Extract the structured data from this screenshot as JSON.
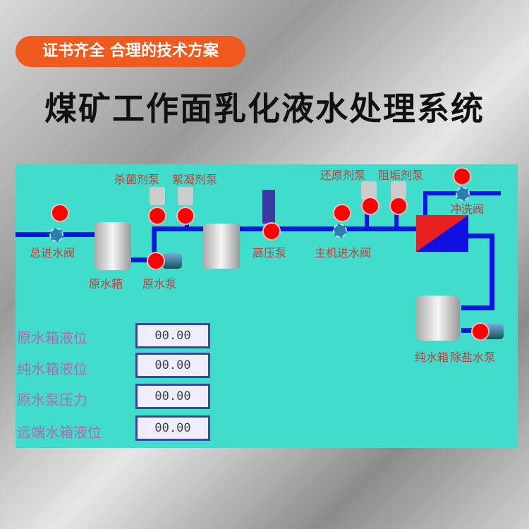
{
  "badge": "证书齐全 合理的技术方案",
  "title": "煤矿工作面乳化液水处理系统",
  "diagram": {
    "labels": {
      "main_inlet_valve": "总进水阀",
      "raw_tank": "原水箱",
      "raw_pump": "原水泵",
      "sterilant_pump": "杀菌剂泵",
      "flocculant_pump": "絮凝剂泵",
      "high_pressure_pump": "高压泵",
      "host_inlet_valve": "主机进水阀",
      "reductant_pump": "还原剂泵",
      "antiscalant_pump": "阻垢剂泵",
      "flush_valve": "冲洗阀",
      "pure_tank": "纯水箱",
      "desalt_pump": "除盐水泵"
    },
    "readouts": [
      {
        "label": "原水箱液位",
        "value": "00.00"
      },
      {
        "label": "纯水箱液位",
        "value": "00.00"
      },
      {
        "label": "原水泵压力",
        "value": "00.00"
      },
      {
        "label": "远端水箱液位",
        "value": "00.00"
      }
    ],
    "colors": {
      "panel": "#40dccc",
      "pipe": "#0a14e6",
      "indicator": "#ff0000"
    }
  }
}
